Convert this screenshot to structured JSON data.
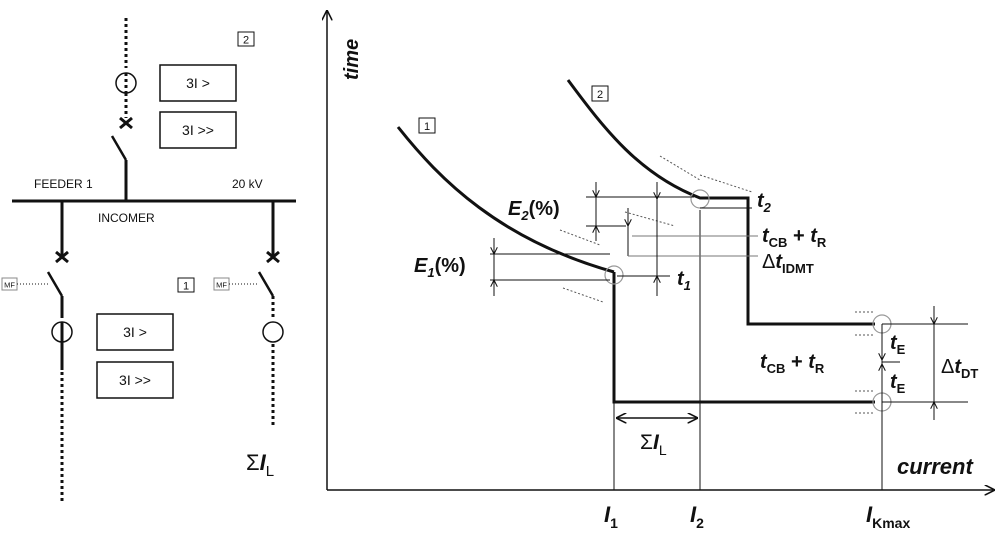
{
  "sld": {
    "box_tag_2": "2",
    "box_tag_1": "1",
    "relay_top_1": "3I >",
    "relay_top_2": "3I >>",
    "relay_bottom_1": "3I >",
    "relay_bottom_2": "3I >>",
    "feeder_label": "FEEDER 1",
    "voltage_label": "20 kV",
    "incomer_label": "INCOMER",
    "mf_left": "MF",
    "mf_right": "MF",
    "sum_symbol": "Σ",
    "sum_var": "I",
    "sum_sub": "L"
  },
  "chart": {
    "y_axis_label": "time",
    "x_axis_label": "current",
    "curve_tag_1": "1",
    "curve_tag_2": "2",
    "e1": {
      "main": "E",
      "sub": "1",
      "rest": "(%)"
    },
    "e2": {
      "main": "E",
      "sub": "2",
      "rest": "(%)"
    },
    "t1": {
      "main": "t",
      "sub": "1"
    },
    "t2": {
      "main": "t",
      "sub": "2"
    },
    "tcb_tr_upper": {
      "a": "t",
      "a_sub": "CB",
      "plus": " + ",
      "b": "t",
      "b_sub": "R"
    },
    "delta_idmt": {
      "delta": "Δ",
      "t": "t",
      "sub": "IDMT"
    },
    "tcb_tr_lower": {
      "a": "t",
      "a_sub": "CB",
      "plus": " + ",
      "b": "t",
      "b_sub": "R"
    },
    "te_upper": {
      "t": "t",
      "sub": "E"
    },
    "te_lower": {
      "t": "t",
      "sub": "E"
    },
    "delta_dt": {
      "delta": "Δ",
      "t": "t",
      "sub": "DT"
    },
    "sum_il": {
      "sigma": "Σ",
      "var": "I",
      "sub": "L"
    },
    "x_i1": {
      "var": "I",
      "sub": "1"
    },
    "x_i2": {
      "var": "I",
      "sub": "2"
    },
    "x_ikmax": {
      "var": "I",
      "sub": "Kmax"
    }
  }
}
